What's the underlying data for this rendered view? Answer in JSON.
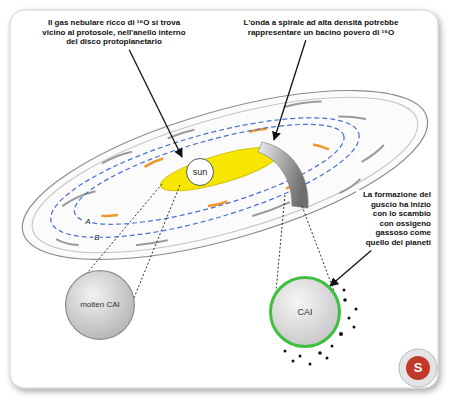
{
  "diagram": {
    "nodes": [
      {
        "text": [
          "sun"
        ]
      },
      {
        "text": [
          "molten CAI"
        ]
      },
      {
        "text": [
          "CAI"
        ]
      }
    ],
    "labels": [
      "Il gas nebulare ricco di ¹⁶O si trova vicino al protosole, nell'anello interno del disco protoplanetario",
      "L'onda a spirale ad alta densità potrebbe rappresentare un bacino povero di ¹⁶O",
      "La formazione del guscio ha inizio con lo scambio con ossigeno gassoso come quello dei pianeti",
      "A",
      "B",
      "S"
    ]
  }
}
